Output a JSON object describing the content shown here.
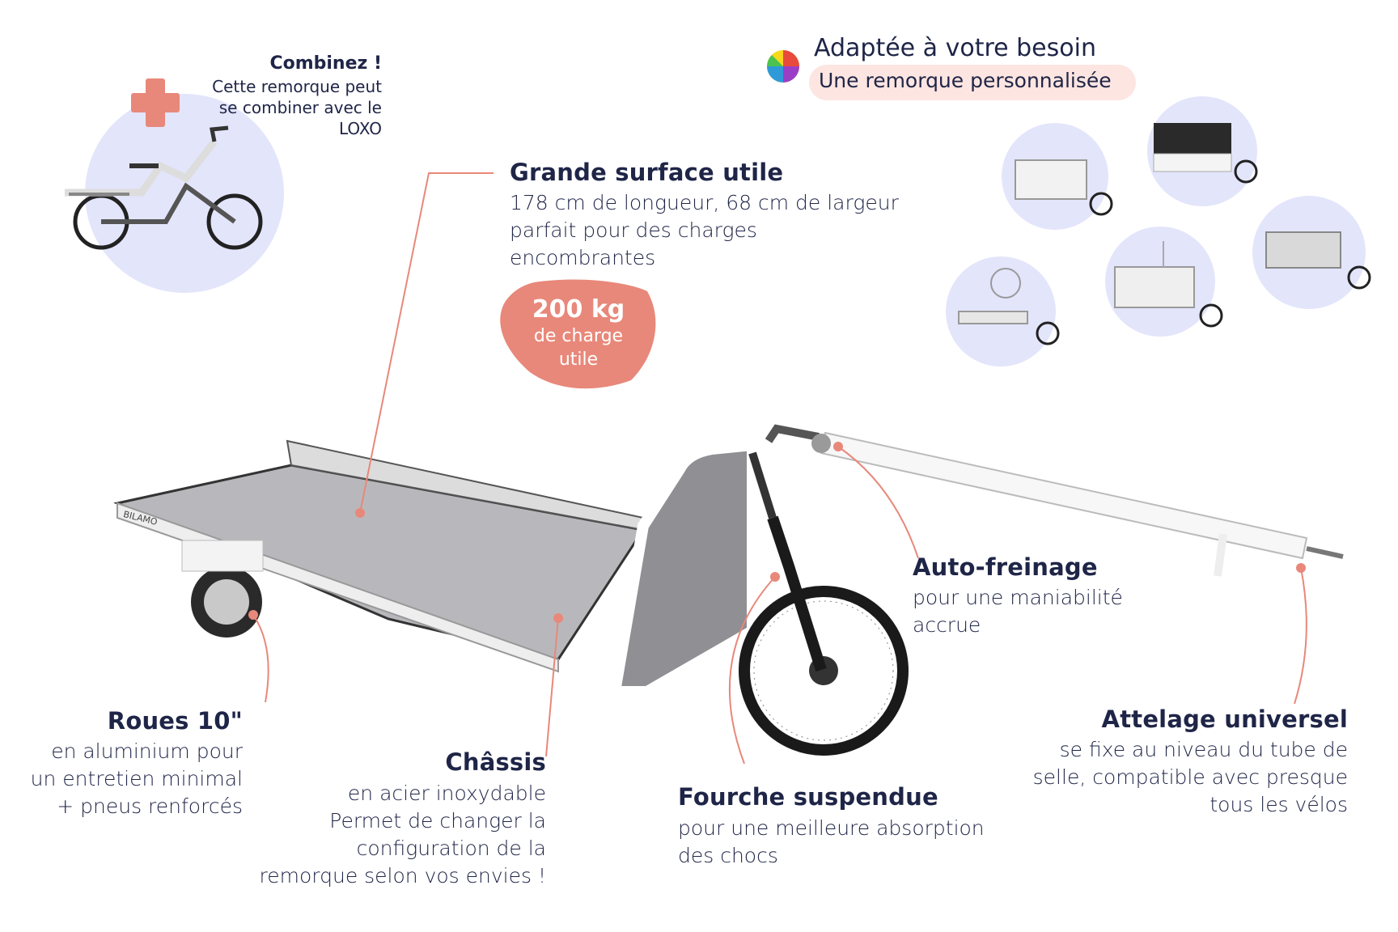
{
  "combine": {
    "title": "Combinez !",
    "lines": [
      "Cette remorque peut",
      "se combiner avec le",
      "LOXO"
    ]
  },
  "custom": {
    "title": "Adaptée à votre besoin",
    "subtitle": "Une remorque personnalisée"
  },
  "surface": {
    "title": "Grande surface utile",
    "lines": [
      "178 cm de longueur, 68 cm de largeur",
      "parfait pour des charges",
      "encombrantes"
    ]
  },
  "load": {
    "value": "200 kg",
    "lines": [
      "de charge",
      "utile"
    ]
  },
  "brake": {
    "title": "Auto-freinage",
    "lines": [
      "pour une maniabilité",
      "accrue"
    ]
  },
  "wheels": {
    "title": "Roues 10\"",
    "lines": [
      "en aluminium pour",
      "un entretien minimal",
      "+ pneus renforcés"
    ]
  },
  "chassis": {
    "title": "Châssis",
    "lines": [
      "en acier inoxydable",
      "Permet de changer la",
      "configuration de la",
      "remorque selon vos envies !"
    ]
  },
  "fork": {
    "title": "Fourche suspendue",
    "lines": [
      "pour une meilleure absorption",
      "des chocs"
    ]
  },
  "hitch": {
    "title": "Attelage universel",
    "lines": [
      "se fixe au niveau du tube de",
      "selle, compatible avec presque",
      "tous les vélos"
    ]
  },
  "logo_text": "BILAMO",
  "colors": {
    "accent": "#e8887a",
    "text": "#1f2547",
    "circle": "#e3e5fb",
    "pill": "#fde5e1"
  }
}
